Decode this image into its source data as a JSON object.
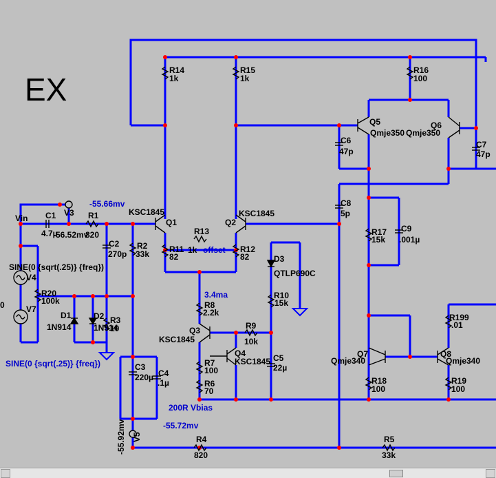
{
  "title": "EX",
  "colors": {
    "background": "#c0c0c0",
    "wire": "#0000ff",
    "junction": "#ff0000",
    "annotation": "#0000cc"
  },
  "sources": {
    "vin": "Vin",
    "v4_name": "V4",
    "v4_value": "SINE(0 {sqrt(.25)} {freq})",
    "v7_name": "V7",
    "v7_value": "SINE(0 {sqrt(.25)} {freq})",
    "left_zero": "0",
    "v3_name": "V3",
    "v3_value": "-56.52mv",
    "v5_name": "V5",
    "v5_value": "-55.92mv"
  },
  "components": {
    "c1": {
      "name": "C1",
      "value": "4.7µ"
    },
    "r1": {
      "name": "R1",
      "value": "820"
    },
    "c2": {
      "name": "C2",
      "value": "270p"
    },
    "r2": {
      "name": "R2",
      "value": "33k"
    },
    "r20": {
      "name": "R20",
      "value": "100k"
    },
    "d1": {
      "name": "D1",
      "value": "1N914"
    },
    "d2": {
      "name": "D2",
      "value": "1N914"
    },
    "r3": {
      "name": "R3",
      "value": "10"
    },
    "r14": {
      "name": "R14",
      "value": "1k"
    },
    "r15": {
      "name": "R15",
      "value": "1k"
    },
    "r16": {
      "name": "R16",
      "value": "100"
    },
    "q1": {
      "name": "Q1",
      "value": "KSC1845"
    },
    "q2": {
      "name": "Q2",
      "value": "KSC1845"
    },
    "r13": {
      "name": "R13",
      "value": "1k"
    },
    "r11": {
      "name": "R11",
      "value": "82"
    },
    "r12": {
      "name": "R12",
      "value": "82"
    },
    "r8": {
      "name": "R8",
      "value": "2.2k"
    },
    "q3": {
      "name": "Q3",
      "value": "KSC1845"
    },
    "q4": {
      "name": "Q4",
      "value": "KSC1845"
    },
    "r9": {
      "name": "R9",
      "value": "10k"
    },
    "r7": {
      "name": "R7",
      "value": "100"
    },
    "r6": {
      "name": "R6",
      "value": "70"
    },
    "c5": {
      "name": "C5",
      "value": "22µ"
    },
    "r10": {
      "name": "R10",
      "value": "15k"
    },
    "d3": {
      "name": "D3",
      "value": "QTLP690C"
    },
    "c3": {
      "name": "C3",
      "value": "220µ"
    },
    "c4": {
      "name": "C4",
      "value": ".1µ"
    },
    "r4": {
      "name": "R4",
      "value": "820"
    },
    "r5": {
      "name": "R5",
      "value": "33k"
    },
    "q5": {
      "name": "Q5",
      "value": "Qmje350"
    },
    "q6": {
      "name": "Q6",
      "value": "Qmje350"
    },
    "c6": {
      "name": "C6",
      "value": "47p"
    },
    "c7": {
      "name": "C7",
      "value": "47p"
    },
    "c8": {
      "name": "C8",
      "value": "5p"
    },
    "r17": {
      "name": "R17",
      "value": "15k"
    },
    "c9": {
      "name": "C9",
      "value": ".001µ"
    },
    "q7": {
      "name": "Q7",
      "value": "Qmje340"
    },
    "q8": {
      "name": "Q8",
      "value": "Qmje340"
    },
    "r18": {
      "name": "R18",
      "value": "100"
    },
    "r19": {
      "name": "R19",
      "value": "100"
    },
    "r199": {
      "name": "R199",
      "value": ".01"
    }
  },
  "annotations": {
    "in_voltage": "-55.66mv",
    "offset": "offset",
    "current": "3.4ma",
    "vbias": "200R Vbias",
    "node_voltage": "-55.72mv"
  }
}
